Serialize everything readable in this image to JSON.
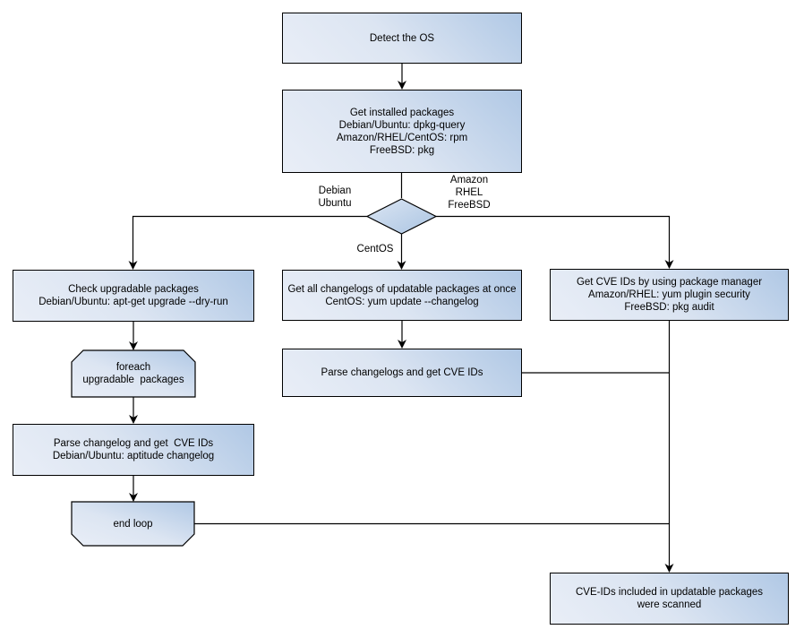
{
  "nodes": {
    "detect_os": {
      "shape": "rect",
      "lines": [
        "Detect the OS"
      ]
    },
    "get_installed_packages": {
      "shape": "rect",
      "lines": [
        "Get installed packages",
        "Debian/Ubuntu: dpkg-query",
        "Amazon/RHEL/CentOS: rpm",
        "FreeBSD: pkg"
      ]
    },
    "os_decision": {
      "shape": "diamond"
    },
    "check_upgradable": {
      "shape": "rect",
      "lines": [
        "Check upgradable packages",
        "Debian/Ubuntu: apt-get upgrade --dry-run"
      ]
    },
    "foreach_loop": {
      "shape": "loop-start",
      "lines": [
        "foreach",
        "upgradable  packages"
      ]
    },
    "parse_changelog_debian": {
      "shape": "rect",
      "lines": [
        "Parse changelog and get  CVE IDs",
        "Debian/Ubuntu: aptitude changelog"
      ]
    },
    "end_loop": {
      "shape": "loop-end",
      "lines": [
        "end loop"
      ]
    },
    "get_changelogs_centos": {
      "shape": "rect",
      "lines": [
        "Get all changelogs of updatable packages at once",
        "CentOS: yum update --changelog"
      ]
    },
    "parse_changelogs_centos": {
      "shape": "rect",
      "lines": [
        "Parse changelogs and get CVE IDs"
      ]
    },
    "get_cve_ids_package_manager": {
      "shape": "rect",
      "lines": [
        "Get CVE IDs by using package manager",
        "Amazon/RHEL: yum plugin security",
        "FreeBSD: pkg audit"
      ]
    },
    "result_scanned": {
      "shape": "rect",
      "lines": [
        "CVE-IDs included in updatable packages",
        "were scanned"
      ]
    }
  },
  "edge_labels": {
    "debian_ubuntu": {
      "lines": [
        "Debian",
        "Ubuntu"
      ]
    },
    "amazon_rhel_freebsd": {
      "lines": [
        "Amazon",
        "RHEL",
        "FreeBSD"
      ]
    },
    "centos": {
      "lines": [
        "CentOS"
      ]
    }
  },
  "colors": {
    "background": "#ffffff",
    "node_fill_light": "#e9eef7",
    "node_fill_dark": "#b0c8e5",
    "node_border": "#000000",
    "connector": "#000000",
    "text": "#000000"
  }
}
